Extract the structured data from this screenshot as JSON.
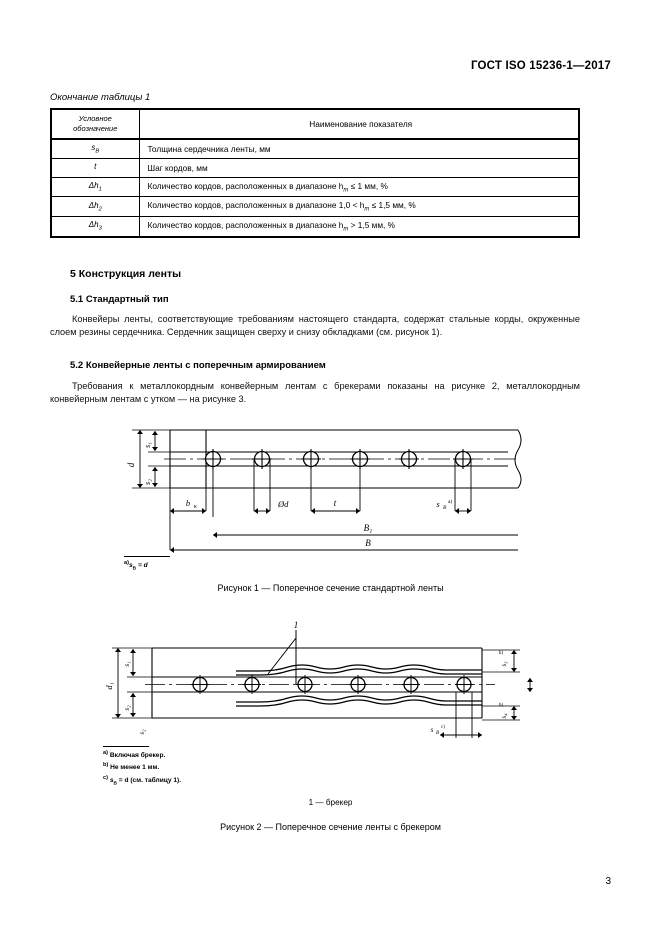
{
  "header": {
    "standard_code": "ГОСТ ISO 15236-1—2017"
  },
  "table": {
    "caption": "Окончание таблицы 1",
    "columns": [
      "Условное обозначение",
      "Наименование показателя"
    ],
    "col1_line1": "Условное",
    "col1_line2": "обозначение",
    "rows": [
      {
        "symbol": "s",
        "symbol_sub": "B",
        "description": "Толщина сердечника ленты, мм"
      },
      {
        "symbol": "t",
        "symbol_sub": "",
        "description": "Шаг кордов, мм"
      },
      {
        "symbol": "Δh",
        "symbol_sub": "1",
        "description": "Количество кордов, расположенных в диапазоне h",
        "desc_sub": "m",
        "desc_tail": " ≤ 1 мм, %"
      },
      {
        "symbol": "Δh",
        "symbol_sub": "2",
        "description": "Количество кордов, расположенных в диапазоне 1,0 < h",
        "desc_sub": "m",
        "desc_tail": " ≤ 1,5 мм, %"
      },
      {
        "symbol": "Δh",
        "symbol_sub": "3",
        "description": "Количество кордов, расположенных в диапазоне h",
        "desc_sub": "m",
        "desc_tail": " > 1,5 мм, %"
      }
    ]
  },
  "section5": {
    "title": "5 Конструкция ленты",
    "sub1_title": "5.1 Стандартный тип",
    "sub1_para": "Конвейеры ленты, соответствующие требованиям настоящего стандарта, содержат стальные корды, окруженные слоем резины сердечника. Сердечник защищен сверху и снизу обкладками (см. рисунок 1).",
    "sub2_title": "5.2 Конвейерные ленты с поперечным армированием",
    "sub2_para": "Требования к металлокордным конвейерным лентам с брекерами показаны на рисунке 2, металлокордным конвейерным лентам с утком — на рисунке 3."
  },
  "figure1": {
    "caption": "Рисунок 1 — Поперечное сечение стандартной ленты",
    "labels": {
      "thickness_total": "d",
      "top_cover": "s",
      "top_cover_sub": "1",
      "bottom_cover": "s",
      "bottom_cover_sub": "2",
      "edge": "b",
      "edge_sub": "к",
      "cord_dia": "Ød",
      "pitch": "t",
      "core_gap": "s",
      "core_gap_sub": "B",
      "core_gap_note": "a)",
      "width_inner": "B",
      "width_inner_sub": "1",
      "width_total": "B"
    },
    "footnote": {
      "marker": "a)",
      "text_sym": "s",
      "text_sub": "B",
      "text_tail": " = d"
    }
  },
  "figure2": {
    "caption": "Рисунок 2 — Поперечное сечение ленты с брекером",
    "legend": "1 — брекер",
    "callout": "1",
    "labels": {
      "total": "d",
      "total_sub": "1",
      "top_cover": "s",
      "top_cover_sub": "1",
      "bottom_cover": "s",
      "bottom_cover_sub": "2",
      "right_top": "s",
      "right_top_sub": "3",
      "right_top_note": "b)",
      "right_bottom": "s",
      "right_bottom_sub": "4",
      "right_bottom_note": "b)",
      "core": "s",
      "core_sub": "B",
      "core_note": "c)"
    },
    "footnotes": [
      {
        "marker": "a)",
        "text": "Включая брекер."
      },
      {
        "marker": "b)",
        "text": "Не менее 1 мм."
      },
      {
        "marker": "c)",
        "text": "s_B = d (см. таблицу 1)."
      }
    ],
    "footnote_c_sym": "s",
    "footnote_c_sub": "B",
    "footnote_c_tail": " = d (см. таблицу 1)."
  },
  "page_number": "3",
  "colors": {
    "ink": "#000000",
    "paper": "#ffffff"
  }
}
